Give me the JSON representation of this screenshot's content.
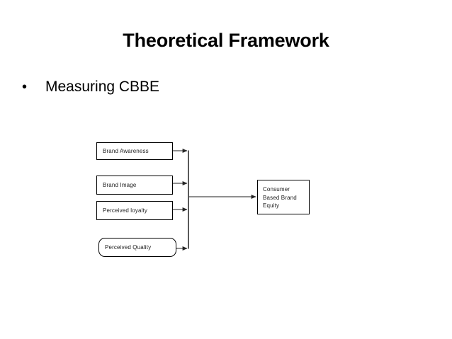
{
  "slide": {
    "title": "Theoretical Framework",
    "bullets": [
      {
        "marker": "•",
        "text": "Measuring CBBE"
      }
    ]
  },
  "diagram": {
    "type": "flowchart",
    "description": "Four antecedent constructs feed into a vertical spine which leads to Consumer Based Brand Equity",
    "inputs": [
      {
        "id": "brand-awareness",
        "label": "Brand Awareness",
        "shape": "rectangle"
      },
      {
        "id": "brand-image",
        "label": "Brand Image",
        "shape": "rectangle"
      },
      {
        "id": "perceived-loyalty",
        "label": "Perceived loyalty",
        "shape": "rectangle"
      },
      {
        "id": "perceived-quality",
        "label": "Perceived Quality",
        "shape": "rounded-rectangle"
      }
    ],
    "output": {
      "id": "cbbe",
      "label": "Consumer\nBased Brand\nEquity",
      "shape": "rectangle"
    },
    "colors": {
      "stroke": "#000000",
      "connector": "#3f3f3f",
      "text": "#1a1a1a",
      "background": "#ffffff"
    }
  }
}
